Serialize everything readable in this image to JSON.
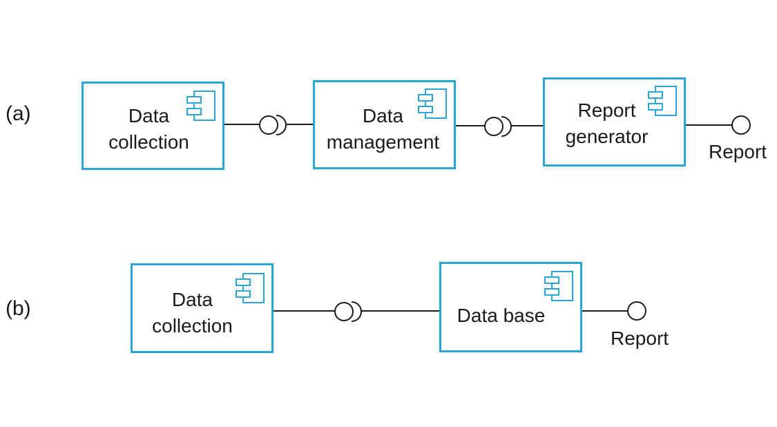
{
  "colors": {
    "component_border": "#2aa5d8",
    "connector_line": "#1a1a1a"
  },
  "icons": {
    "component": "uml-component-icon",
    "provided_interface": "lollipop-interface-icon",
    "required_interface": "socket-interface-icon"
  },
  "diagram_a": {
    "label": "(a)",
    "components": [
      {
        "line1": "Data",
        "line2": "collection"
      },
      {
        "line1": "Data",
        "line2": "management"
      },
      {
        "line1": "Report",
        "line2": "generator"
      }
    ],
    "output_label": "Report"
  },
  "diagram_b": {
    "label": "(b)",
    "components": [
      {
        "line1": "Data",
        "line2": "collection"
      },
      {
        "line1": "Data base",
        "line2": ""
      }
    ],
    "output_label": "Report"
  }
}
